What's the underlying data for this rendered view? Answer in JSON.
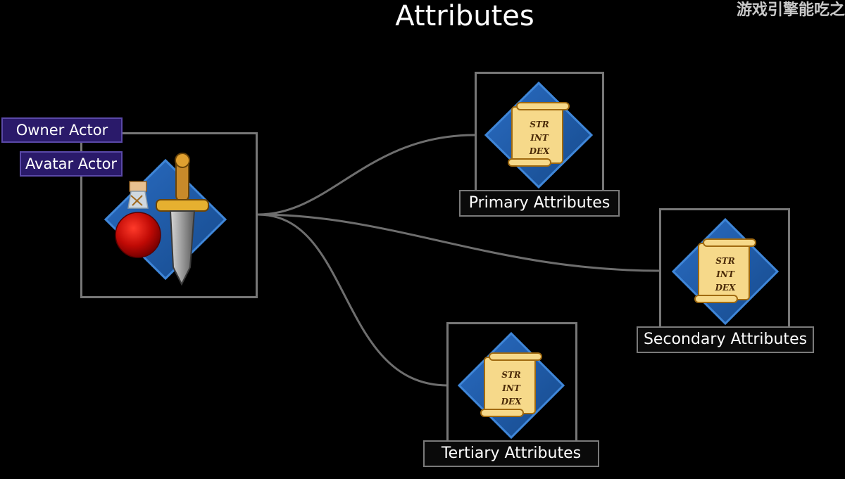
{
  "title": "Attributes",
  "watermark": "游戏引擎能吃之",
  "actors": {
    "owner_label": "Owner Actor",
    "avatar_label": "Avatar Actor"
  },
  "nodes": {
    "primary": {
      "label": "Primary Attributes",
      "scroll_lines": [
        "STR",
        "INT",
        "DEX"
      ]
    },
    "secondary": {
      "label": "Secondary Attributes",
      "scroll_lines": [
        "STR",
        "INT",
        "DEX"
      ]
    },
    "tertiary": {
      "label": "Tertiary Attributes",
      "scroll_lines": [
        "STR",
        "INT",
        "DEX"
      ]
    }
  },
  "colors": {
    "background": "#000000",
    "connector": "#6e6e6e",
    "diamond_fill": "#1f5aa6",
    "diamond_edge": "#3f86d8",
    "scroll": "#f6d98a",
    "actor_tag": "#2a1a6a"
  }
}
